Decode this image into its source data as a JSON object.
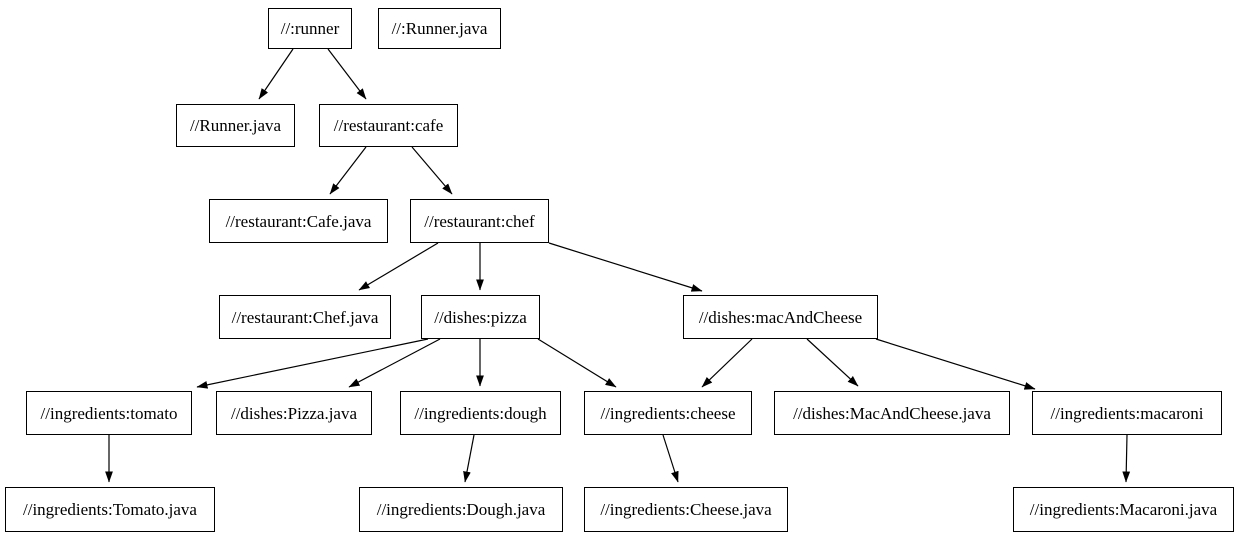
{
  "graph": {
    "background_color": "#ffffff",
    "node_fill_color": "#ffffff",
    "node_border_color": "#000000",
    "node_text_color": "#000000",
    "edge_color": "#000000",
    "nodes": [
      {
        "id": "runner",
        "label": "//:runner"
      },
      {
        "id": "runner-java-standalone",
        "label": "//:Runner.java"
      },
      {
        "id": "runner-java",
        "label": "//Runner.java"
      },
      {
        "id": "cafe",
        "label": "//restaurant:cafe"
      },
      {
        "id": "cafe-java",
        "label": "//restaurant:Cafe.java"
      },
      {
        "id": "chef",
        "label": "//restaurant:chef"
      },
      {
        "id": "chef-java",
        "label": "//restaurant:Chef.java"
      },
      {
        "id": "pizza",
        "label": "//dishes:pizza"
      },
      {
        "id": "mac-and-cheese",
        "label": "//dishes:macAndCheese"
      },
      {
        "id": "tomato",
        "label": "//ingredients:tomato"
      },
      {
        "id": "pizza-java",
        "label": "//dishes:Pizza.java"
      },
      {
        "id": "dough",
        "label": "//ingredients:dough"
      },
      {
        "id": "cheese",
        "label": "//ingredients:cheese"
      },
      {
        "id": "mac-and-cheese-java",
        "label": "//dishes:MacAndCheese.java"
      },
      {
        "id": "macaroni",
        "label": "//ingredients:macaroni"
      },
      {
        "id": "tomato-java",
        "label": "//ingredients:Tomato.java"
      },
      {
        "id": "dough-java",
        "label": "//ingredients:Dough.java"
      },
      {
        "id": "cheese-java",
        "label": "//ingredients:Cheese.java"
      },
      {
        "id": "macaroni-java",
        "label": "//ingredients:Macaroni.java"
      }
    ],
    "edges": [
      {
        "from": "//:runner",
        "to": "//Runner.java"
      },
      {
        "from": "//:runner",
        "to": "//restaurant:cafe"
      },
      {
        "from": "//restaurant:cafe",
        "to": "//restaurant:Cafe.java"
      },
      {
        "from": "//restaurant:cafe",
        "to": "//restaurant:chef"
      },
      {
        "from": "//restaurant:chef",
        "to": "//restaurant:Chef.java"
      },
      {
        "from": "//restaurant:chef",
        "to": "//dishes:pizza"
      },
      {
        "from": "//restaurant:chef",
        "to": "//dishes:macAndCheese"
      },
      {
        "from": "//dishes:pizza",
        "to": "//ingredients:tomato"
      },
      {
        "from": "//dishes:pizza",
        "to": "//dishes:Pizza.java"
      },
      {
        "from": "//dishes:pizza",
        "to": "//ingredients:dough"
      },
      {
        "from": "//dishes:pizza",
        "to": "//ingredients:cheese"
      },
      {
        "from": "//dishes:macAndCheese",
        "to": "//ingredients:cheese"
      },
      {
        "from": "//dishes:macAndCheese",
        "to": "//dishes:MacAndCheese.java"
      },
      {
        "from": "//dishes:macAndCheese",
        "to": "//ingredients:macaroni"
      },
      {
        "from": "//ingredients:tomato",
        "to": "//ingredients:Tomato.java"
      },
      {
        "from": "//ingredients:dough",
        "to": "//ingredients:Dough.java"
      },
      {
        "from": "//ingredients:cheese",
        "to": "//ingredients:Cheese.java"
      },
      {
        "from": "//ingredients:macaroni",
        "to": "//ingredients:Macaroni.java"
      }
    ]
  }
}
